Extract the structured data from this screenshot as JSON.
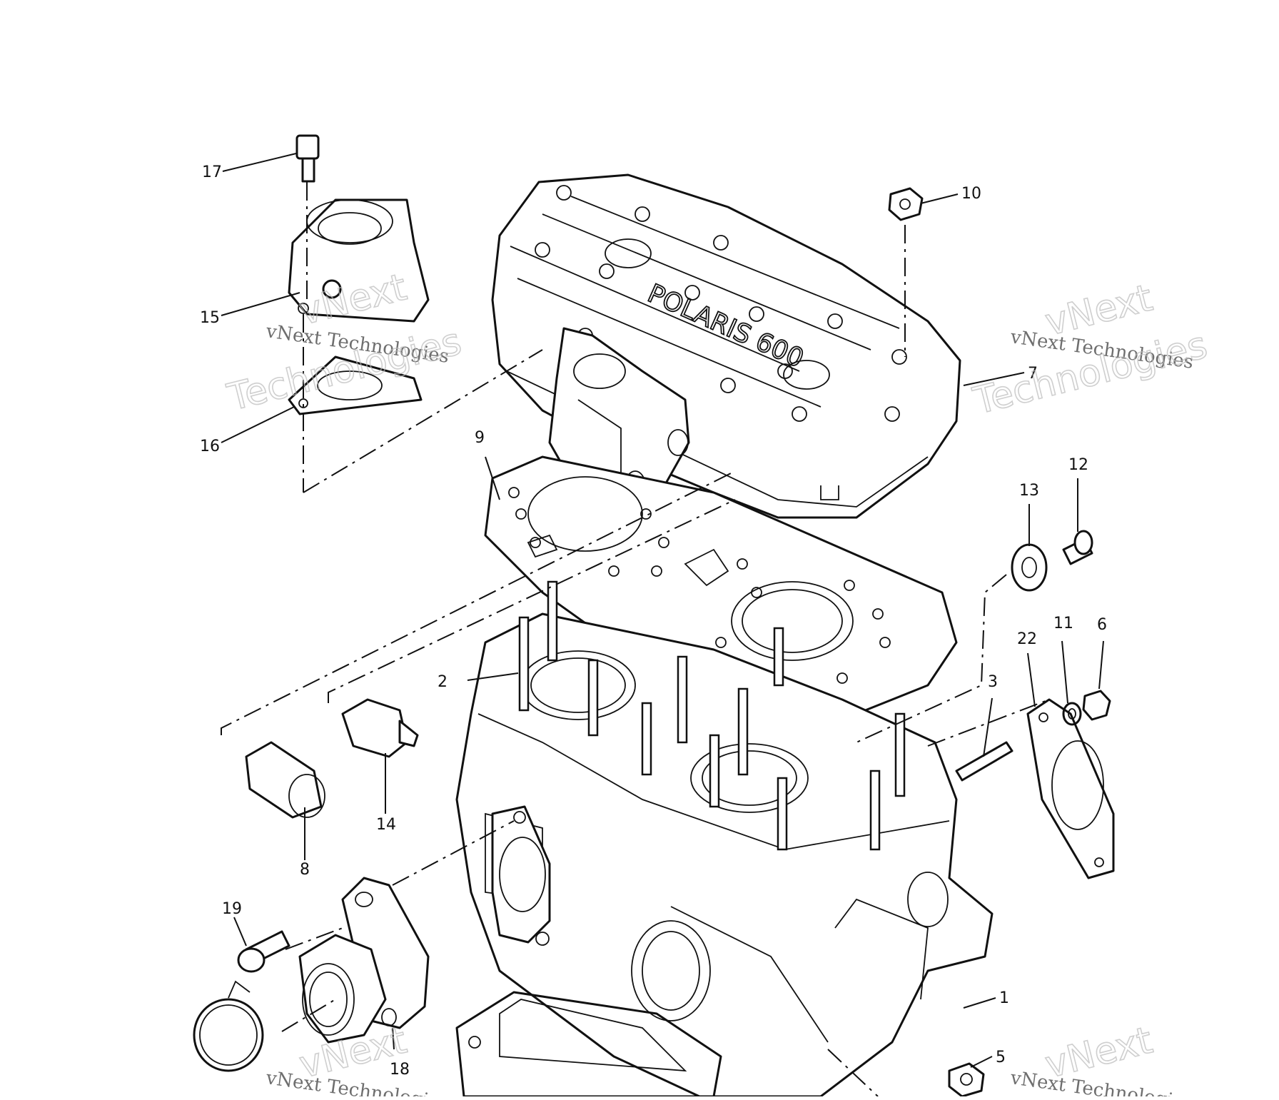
{
  "diagram": {
    "callouts": [
      {
        "id": "c1",
        "text": "1"
      },
      {
        "id": "c2",
        "text": "2"
      },
      {
        "id": "c3",
        "text": "3"
      },
      {
        "id": "c5",
        "text": "5"
      },
      {
        "id": "c6",
        "text": "6"
      },
      {
        "id": "c7",
        "text": "7"
      },
      {
        "id": "c8",
        "text": "8"
      },
      {
        "id": "c9",
        "text": "9"
      },
      {
        "id": "c10",
        "text": "10"
      },
      {
        "id": "c11",
        "text": "11"
      },
      {
        "id": "c12",
        "text": "12"
      },
      {
        "id": "c13",
        "text": "13"
      },
      {
        "id": "c14",
        "text": "14"
      },
      {
        "id": "c15",
        "text": "15"
      },
      {
        "id": "c16",
        "text": "16"
      },
      {
        "id": "c17",
        "text": "17"
      },
      {
        "id": "c18",
        "text": "18"
      },
      {
        "id": "c19",
        "text": "19"
      },
      {
        "id": "c22",
        "text": "22"
      }
    ],
    "cover_lettering": "POLARIS 600"
  },
  "watermark": {
    "line": "vNext Technologies",
    "word1": "vNext",
    "word2": "Technologies"
  }
}
